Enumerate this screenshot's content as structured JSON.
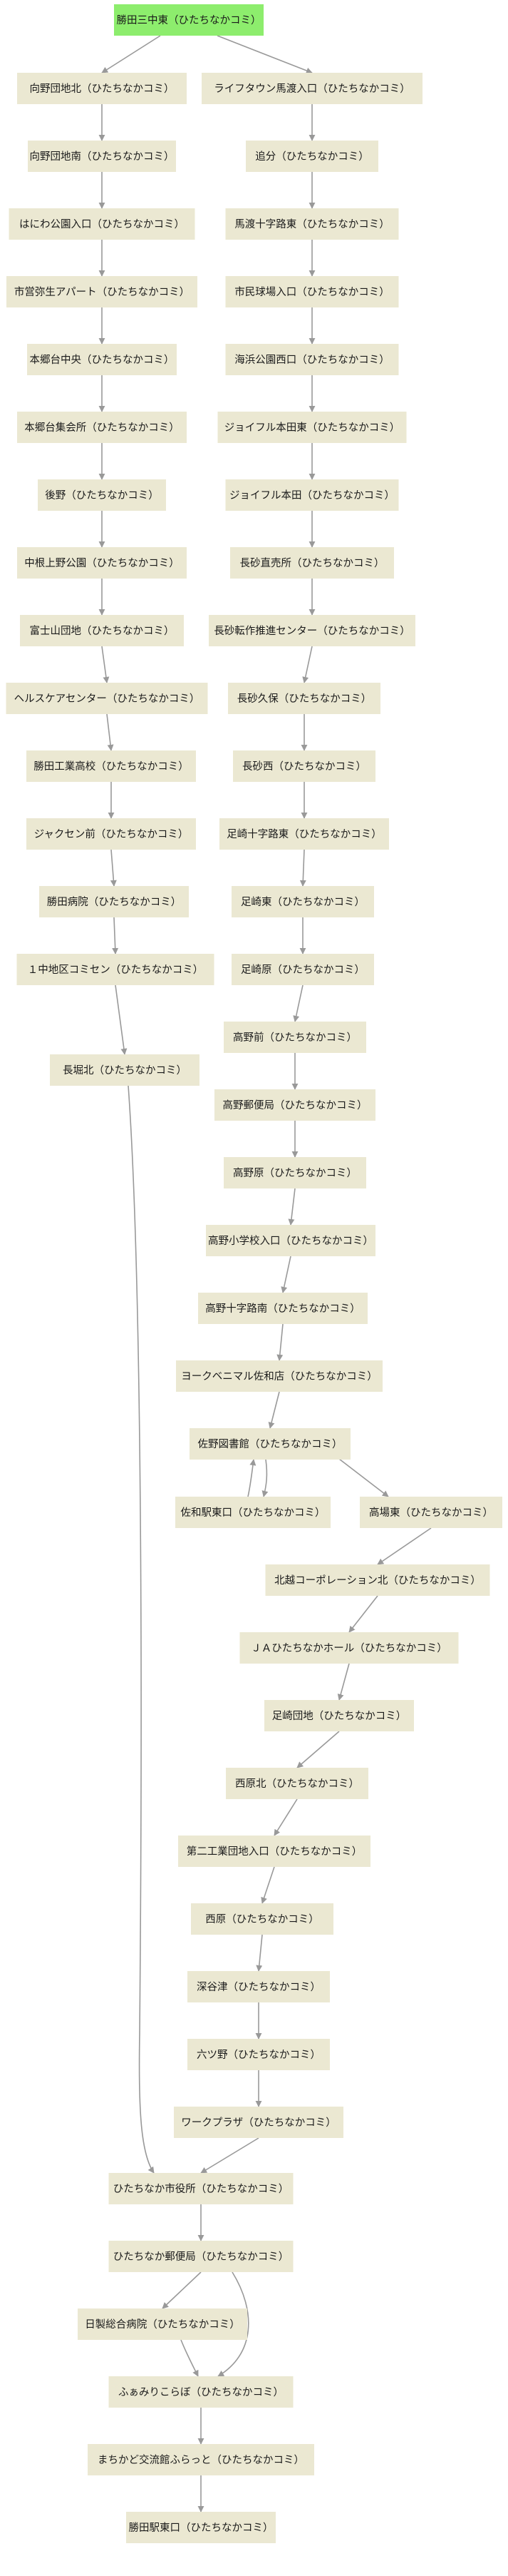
{
  "colors": {
    "start_node": "#8ded6d",
    "node": "#ebe8d2",
    "edge": "#999999",
    "text": "#1a1a1a"
  },
  "nodes": [
    {
      "id": "n0",
      "label": "勝田三中東（ひたちなかコミ）",
      "start": true
    },
    {
      "id": "n1",
      "label": "向野団地北（ひたちなかコミ）"
    },
    {
      "id": "n2",
      "label": "向野団地南（ひたちなかコミ）"
    },
    {
      "id": "n3",
      "label": "はにわ公園入口（ひたちなかコミ）"
    },
    {
      "id": "n4",
      "label": "市営弥生アパート（ひたちなかコミ）"
    },
    {
      "id": "n5",
      "label": "本郷台中央（ひたちなかコミ）"
    },
    {
      "id": "n6",
      "label": "本郷台集会所（ひたちなかコミ）"
    },
    {
      "id": "n7",
      "label": "後野（ひたちなかコミ）"
    },
    {
      "id": "n8",
      "label": "中根上野公園（ひたちなかコミ）"
    },
    {
      "id": "n9",
      "label": "富士山団地（ひたちなかコミ）"
    },
    {
      "id": "n10",
      "label": "ヘルスケアセンター（ひたちなかコミ）"
    },
    {
      "id": "n11",
      "label": "勝田工業高校（ひたちなかコミ）"
    },
    {
      "id": "n12",
      "label": "ジャクセン前（ひたちなかコミ）"
    },
    {
      "id": "n13",
      "label": "勝田病院（ひたちなかコミ）"
    },
    {
      "id": "n14",
      "label": "１中地区コミセン（ひたちなかコミ）"
    },
    {
      "id": "n15",
      "label": "長堀北（ひたちなかコミ）"
    },
    {
      "id": "n16",
      "label": "ライフタウン馬渡入口（ひたちなかコミ）"
    },
    {
      "id": "n17",
      "label": "追分（ひたちなかコミ）"
    },
    {
      "id": "n18",
      "label": "馬渡十字路東（ひたちなかコミ）"
    },
    {
      "id": "n19",
      "label": "市民球場入口（ひたちなかコミ）"
    },
    {
      "id": "n20",
      "label": "海浜公園西口（ひたちなかコミ）"
    },
    {
      "id": "n21",
      "label": "ジョイフル本田東（ひたちなかコミ）"
    },
    {
      "id": "n22",
      "label": "ジョイフル本田（ひたちなかコミ）"
    },
    {
      "id": "n23",
      "label": "長砂直売所（ひたちなかコミ）"
    },
    {
      "id": "n24",
      "label": "長砂転作推進センター（ひたちなかコミ）"
    },
    {
      "id": "n25",
      "label": "長砂久保（ひたちなかコミ）"
    },
    {
      "id": "n26",
      "label": "長砂西（ひたちなかコミ）"
    },
    {
      "id": "n27",
      "label": "足崎十字路東（ひたちなかコミ）"
    },
    {
      "id": "n28",
      "label": "足崎東（ひたちなかコミ）"
    },
    {
      "id": "n29",
      "label": "足崎原（ひたちなかコミ）"
    },
    {
      "id": "n30",
      "label": "高野前（ひたちなかコミ）"
    },
    {
      "id": "n31",
      "label": "高野郵便局（ひたちなかコミ）"
    },
    {
      "id": "n32",
      "label": "高野原（ひたちなかコミ）"
    },
    {
      "id": "n33",
      "label": "高野小学校入口（ひたちなかコミ）"
    },
    {
      "id": "n34",
      "label": "高野十字路南（ひたちなかコミ）"
    },
    {
      "id": "n35",
      "label": "ヨークベニマル佐和店（ひたちなかコミ）"
    },
    {
      "id": "n36",
      "label": "佐野図書館（ひたちなかコミ）"
    },
    {
      "id": "n37",
      "label": "佐和駅東口（ひたちなかコミ）"
    },
    {
      "id": "n38",
      "label": "高場東（ひたちなかコミ）"
    },
    {
      "id": "n39",
      "label": "北越コーポレーション北（ひたちなかコミ）"
    },
    {
      "id": "n40",
      "label": "ＪＡひたちなかホール（ひたちなかコミ）"
    },
    {
      "id": "n41",
      "label": "足崎団地（ひたちなかコミ）"
    },
    {
      "id": "n42",
      "label": "西原北（ひたちなかコミ）"
    },
    {
      "id": "n43",
      "label": "第二工業団地入口（ひたちなかコミ）"
    },
    {
      "id": "n44",
      "label": "西原（ひたちなかコミ）"
    },
    {
      "id": "n45",
      "label": "深谷津（ひたちなかコミ）"
    },
    {
      "id": "n46",
      "label": "六ツ野（ひたちなかコミ）"
    },
    {
      "id": "n47",
      "label": "ワークプラザ（ひたちなかコミ）"
    },
    {
      "id": "n48",
      "label": "ひたちなか市役所（ひたちなかコミ）"
    },
    {
      "id": "n49",
      "label": "ひたちなか郵便局（ひたちなかコミ）"
    },
    {
      "id": "n50",
      "label": "日製総合病院（ひたちなかコミ）"
    },
    {
      "id": "n51",
      "label": "ふぁみりこらぼ（ひたちなかコミ）"
    },
    {
      "id": "n52",
      "label": "まちかど交流館ふらっと（ひたちなかコミ）"
    },
    {
      "id": "n53",
      "label": "勝田駅東口（ひたちなかコミ）"
    }
  ],
  "edges": [
    {
      "from": "n0",
      "to": "n1"
    },
    {
      "from": "n0",
      "to": "n16"
    },
    {
      "from": "n1",
      "to": "n2"
    },
    {
      "from": "n2",
      "to": "n3"
    },
    {
      "from": "n3",
      "to": "n4"
    },
    {
      "from": "n4",
      "to": "n5"
    },
    {
      "from": "n5",
      "to": "n6"
    },
    {
      "from": "n6",
      "to": "n7"
    },
    {
      "from": "n7",
      "to": "n8"
    },
    {
      "from": "n8",
      "to": "n9"
    },
    {
      "from": "n9",
      "to": "n10"
    },
    {
      "from": "n10",
      "to": "n11"
    },
    {
      "from": "n11",
      "to": "n12"
    },
    {
      "from": "n12",
      "to": "n13"
    },
    {
      "from": "n13",
      "to": "n14"
    },
    {
      "from": "n14",
      "to": "n15"
    },
    {
      "from": "n15",
      "to": "n48"
    },
    {
      "from": "n16",
      "to": "n17"
    },
    {
      "from": "n17",
      "to": "n18"
    },
    {
      "from": "n18",
      "to": "n19"
    },
    {
      "from": "n19",
      "to": "n20"
    },
    {
      "from": "n20",
      "to": "n21"
    },
    {
      "from": "n21",
      "to": "n22"
    },
    {
      "from": "n22",
      "to": "n23"
    },
    {
      "from": "n23",
      "to": "n24"
    },
    {
      "from": "n24",
      "to": "n25"
    },
    {
      "from": "n25",
      "to": "n26"
    },
    {
      "from": "n26",
      "to": "n27"
    },
    {
      "from": "n27",
      "to": "n28"
    },
    {
      "from": "n28",
      "to": "n29"
    },
    {
      "from": "n29",
      "to": "n30"
    },
    {
      "from": "n30",
      "to": "n31"
    },
    {
      "from": "n31",
      "to": "n32"
    },
    {
      "from": "n32",
      "to": "n33"
    },
    {
      "from": "n33",
      "to": "n34"
    },
    {
      "from": "n34",
      "to": "n35"
    },
    {
      "from": "n35",
      "to": "n36"
    },
    {
      "from": "n36",
      "to": "n37"
    },
    {
      "from": "n37",
      "to": "n36"
    },
    {
      "from": "n36",
      "to": "n38"
    },
    {
      "from": "n38",
      "to": "n39"
    },
    {
      "from": "n39",
      "to": "n40"
    },
    {
      "from": "n40",
      "to": "n41"
    },
    {
      "from": "n41",
      "to": "n42"
    },
    {
      "from": "n42",
      "to": "n43"
    },
    {
      "from": "n43",
      "to": "n44"
    },
    {
      "from": "n44",
      "to": "n45"
    },
    {
      "from": "n45",
      "to": "n46"
    },
    {
      "from": "n46",
      "to": "n47"
    },
    {
      "from": "n47",
      "to": "n48"
    },
    {
      "from": "n48",
      "to": "n49"
    },
    {
      "from": "n49",
      "to": "n50"
    },
    {
      "from": "n49",
      "to": "n51"
    },
    {
      "from": "n50",
      "to": "n51"
    },
    {
      "from": "n51",
      "to": "n52"
    },
    {
      "from": "n52",
      "to": "n53"
    }
  ]
}
